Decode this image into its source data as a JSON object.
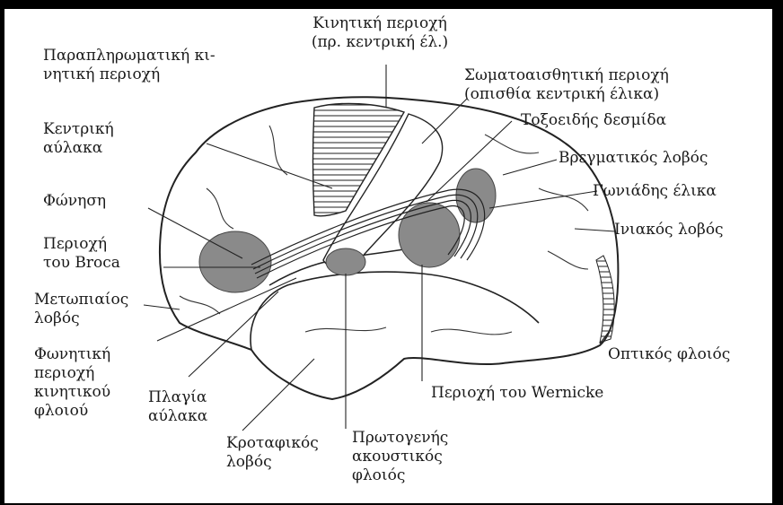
{
  "labels": {
    "premotor": [
      "Παραπληρωματική κι-",
      "νητική περιοχή"
    ],
    "motor": [
      "Κινητική περιοχή",
      "(πρ. κεντρική έλ.)"
    ],
    "somatosensory": [
      "Σωματοαισθητική περιοχή",
      "(οπισθία κεντρική έλικα)"
    ],
    "arcuate": [
      "Τοξοειδής δεσμίδα"
    ],
    "central_sulcus": [
      "Κεντρική",
      "αύλακα"
    ],
    "parietal": [
      "Βρεγματικός λοβός"
    ],
    "angular": [
      "Γωνιάδης έλικα"
    ],
    "phonation": [
      "Φώνηση"
    ],
    "occipital": [
      "Ινιακός λοβός"
    ],
    "broca": [
      "Περιοχή",
      "του Broca"
    ],
    "frontal": [
      "Μετωπιαίος",
      "λοβός"
    ],
    "phonetic_motor": [
      "Φωνητική",
      "περιοχή",
      "κινητικού",
      "φλοιού"
    ],
    "lateral_sulcus": [
      "Πλαγία",
      "αύλακα"
    ],
    "visual": [
      "Οπτικός φλοιός"
    ],
    "wernicke": [
      "Περιοχή του Wernicke"
    ],
    "temporal": [
      "Κροταφικός",
      "λοβός"
    ],
    "auditory": [
      "Πρωτογενής",
      "ακουστικός",
      "φλοιός"
    ]
  },
  "colors": {
    "border": "#000000",
    "ink": "#1a1a1a",
    "shaded_area": "#8a8a8a"
  }
}
